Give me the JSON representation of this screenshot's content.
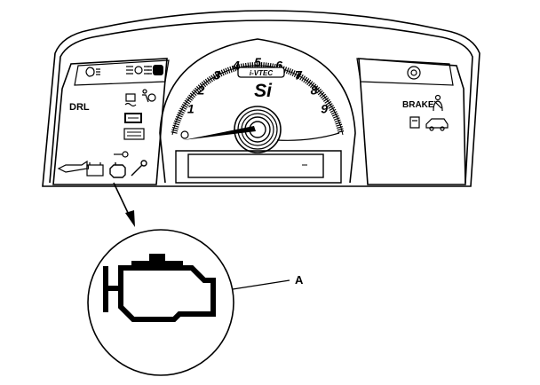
{
  "cluster": {
    "left_panel": {
      "drl_label": "DRL",
      "warning_icons": [
        "fog-light-icon",
        "headlight-indicator-icon",
        "high-beam-icon",
        "vsa-icon",
        "airbag-icon",
        "vsa-off-icon",
        "cruise-control-icon",
        "key-immobilizer-icon",
        "oil-pressure-icon",
        "battery-icon",
        "check-engine-icon",
        "maintenance-wrench-icon"
      ]
    },
    "tachometer": {
      "numbers": [
        "1",
        "2",
        "3",
        "4",
        "5",
        "6",
        "7",
        "8",
        "9"
      ],
      "badge": "i-VTEC",
      "model": "Si"
    },
    "right_panel": {
      "brake_label": "BRAKE",
      "warning_icons": [
        "tpms-icon",
        "seatbelt-icon",
        "door-open-icon",
        "trunk-open-icon"
      ]
    }
  },
  "callout": {
    "label": "A",
    "icon": "check-engine-icon"
  },
  "colors": {
    "line": "#000000",
    "background": "#ffffff"
  }
}
